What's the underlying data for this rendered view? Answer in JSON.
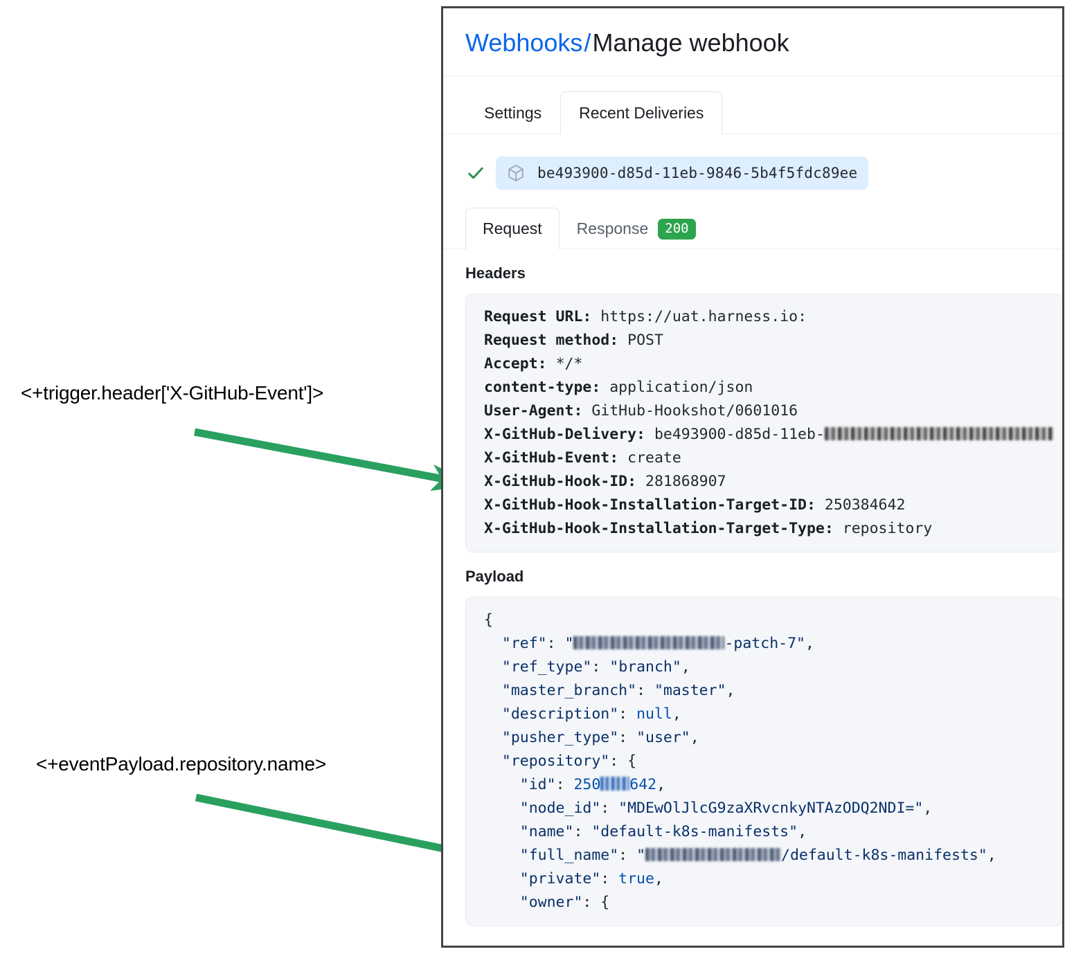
{
  "annotations": [
    {
      "name": "trigger-header-expression",
      "text": "<+trigger.header['X-GitHub-Event']>"
    },
    {
      "name": "event-payload-expression",
      "text": "<+eventPayload.repository.name>"
    }
  ],
  "colors": {
    "arrow_green": "#2aa060",
    "link_blue": "#0a66ec",
    "status_green": "#2da44e",
    "chip_blue": "#ddeeff",
    "code_bg": "#f4f6f9",
    "panel_border": "#444444"
  },
  "panel": {
    "breadcrumb": {
      "link": "Webhooks",
      "separator": "/",
      "current": "Manage webhook"
    },
    "top_tabs": [
      {
        "label": "Settings",
        "active": false
      },
      {
        "label": "Recent Deliveries",
        "active": true
      }
    ],
    "delivery": {
      "status_icon": "check-icon",
      "package_icon": "cube-icon",
      "guid": "be493900-d85d-11eb-9846-5b4f5fdc89ee"
    },
    "request_response_tabs": [
      {
        "label": "Request",
        "active": true,
        "badge": ""
      },
      {
        "label": "Response",
        "active": false,
        "badge": "200"
      }
    ],
    "headers_section": {
      "title": "Headers",
      "rows": [
        {
          "key": "Request URL:",
          "value": "https://uat.harness.io:"
        },
        {
          "key": "Request method:",
          "value": "POST"
        },
        {
          "key": "Accept:",
          "value": "*/*"
        },
        {
          "key": "content-type:",
          "value": "application/json"
        },
        {
          "key": "User-Agent:",
          "value": "GitHub-Hookshot/0601016"
        },
        {
          "key": "X-GitHub-Delivery:",
          "value": "be493900-d85d-11eb-",
          "redacted_tail": true
        },
        {
          "key": "X-GitHub-Event:",
          "value": "create"
        },
        {
          "key": "X-GitHub-Hook-ID:",
          "value": "281868907"
        },
        {
          "key": "X-GitHub-Hook-Installation-Target-ID:",
          "value": "250384642"
        },
        {
          "key": "X-GitHub-Hook-Installation-Target-Type:",
          "value": "repository"
        }
      ]
    },
    "payload_section": {
      "title": "Payload",
      "lines": [
        "{",
        "  \"ref\": \"[redacted]-patch-7\",",
        "  \"ref_type\": \"branch\",",
        "  \"master_branch\": \"master\",",
        "  \"description\": null,",
        "  \"pusher_type\": \"user\",",
        "  \"repository\": {",
        "    \"id\": 250[redacted]642,",
        "    \"node_id\": \"MDEwOlJlcG9zaXRvcnkyNTAzODQ2NDI=\",",
        "    \"name\": \"default-k8s-manifests\",",
        "    \"full_name\": \"[redacted]/default-k8s-manifests\",",
        "    \"private\": true,",
        "    \"owner\": {"
      ],
      "values": {
        "ref_suffix": "-patch-7",
        "ref_type": "branch",
        "master_branch": "master",
        "description": "null",
        "pusher_type": "user",
        "repo_id_prefix": "250",
        "repo_id_suffix": "642",
        "node_id": "MDEwOlJlcG9zaXRvcnkyNTAzODQ2NDI=",
        "name": "default-k8s-manifests",
        "full_name_suffix": "/default-k8s-manifests",
        "private": "true"
      }
    }
  }
}
